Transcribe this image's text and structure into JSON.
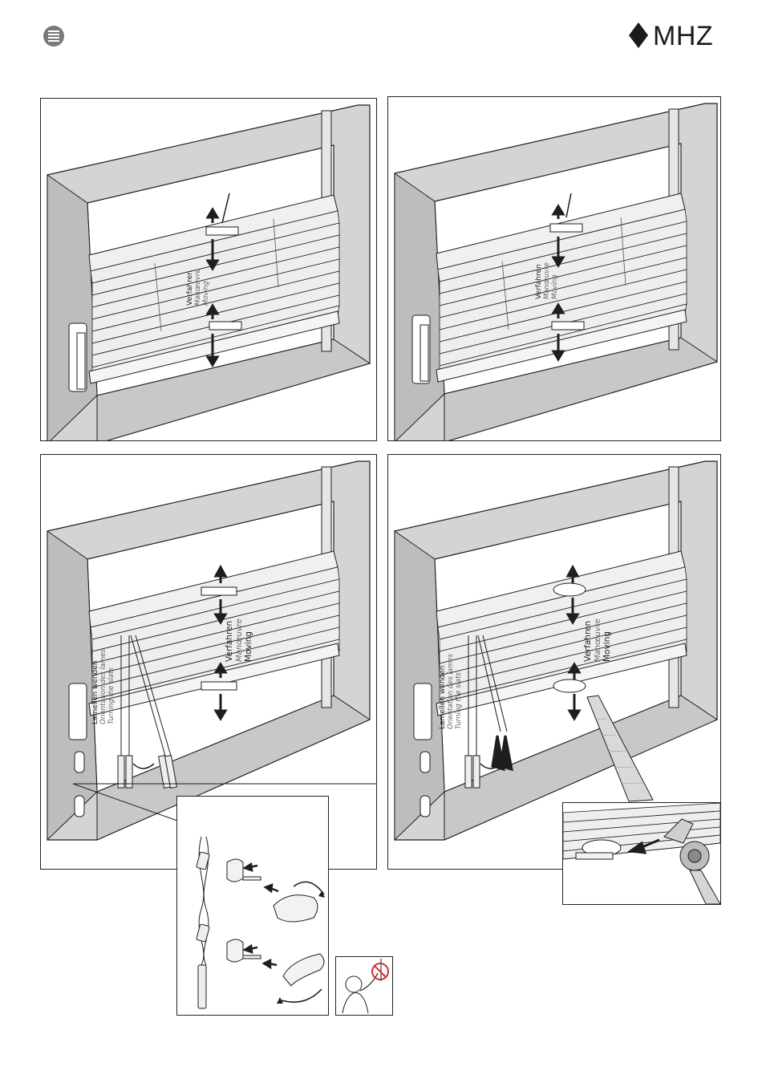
{
  "header": {
    "brand": "MHZ",
    "brand_color": "#1b1b1b",
    "doc_icon": "list-circle-icon"
  },
  "panels": {
    "p1": {
      "label": {
        "de": "Verfahren",
        "fr": "Manœuvre",
        "en": "Moving"
      }
    },
    "p2": {
      "label": {
        "de": "Verfahren",
        "fr": "Manœuvre",
        "en": "Moving"
      }
    },
    "p3": {
      "label_move": {
        "de": "Verfahren",
        "fr": "Manœuvre",
        "en": "Moving"
      },
      "label_turn": {
        "de": "Lamellen wenden",
        "fr": "Orientation des lames",
        "en": "Turning the slats"
      }
    },
    "p4": {
      "label_move": {
        "de": "Verfahren",
        "fr": "Manœuvre",
        "en": "Moving"
      },
      "label_turn": {
        "de": "Lamellen wenden",
        "fr": "Orientation des lames",
        "en": "Turning the slats"
      }
    }
  },
  "colors": {
    "frame_fill": "#d4d4d4",
    "frame_dark": "#b8b8b8",
    "line": "#1e1e1e",
    "slat": "#eeeeee",
    "warning": "#d32f2f"
  }
}
